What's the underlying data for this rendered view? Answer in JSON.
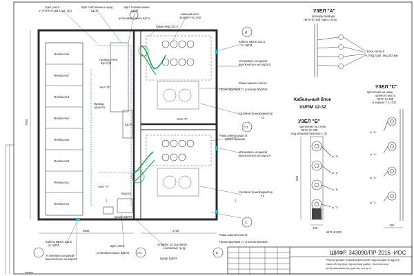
{
  "colors": {
    "wall": "#2b2b2b",
    "cable_green": "#1fa35a",
    "cable_blue": "#1f5fd0",
    "cable_red": "#d03030",
    "cyan": "#16b8d8",
    "dim_line": "#333333"
  },
  "plan": {
    "top_labels": [
      "Щит учета",
      "от РУНН-0,4кВ к ЩУ 1(2)",
      "Щит собственных нужд",
      "ЩСН",
      "Щит телемеханики",
      "ЩТМ",
      "установить выше ЩСН",
      "Рама НМД 101-2",
      "Шинный мост",
      "4х4Н97У-Кт 300"
    ],
    "left_labels": [
      "Ячейка №5",
      "Ячейка №7",
      "Ячейка №3",
      "Ячейка №4",
      "Ячейка №6",
      "Ячейка №8",
      "Ячейка №1",
      "Ячейка №2"
    ],
    "mid_labels": [
      "Провод учета",
      "ЩУ 1(2)",
      "Узел \"Б\"",
      "Провод",
      "существ.",
      "ЩСН",
      "Узел \"С\"",
      "Узел \"А\""
    ],
    "right_labels": [
      "Кабель ВВГнг 3х1,5",
      "от ЩТМ",
      "Установить концевой",
      "выключатель на ворота",
      "Рама шинного моста",
      "Проектируемая ст. уголком 50х50х5",
      "Силовой трансформатор",
      "Т2",
      "Рама шинного моста",
      "существующая",
      "Установить концевой",
      "выключатель на ворота",
      "Силовой трансформатор",
      "Т1",
      "Рама шинного моста",
      "Проектируемая ст. уголком 50х50х5"
    ],
    "bottom_labels": [
      "Кабель ВВГнг 3х1,5",
      "от ЩТМ",
      "Установить концевой",
      "выключатель на ворота",
      "Щит АОУЗ",
      "установить выше ЩБП3",
      "Щкаф ЩБП3",
      "АПвВГнг 10 3х1х95/35",
      "к силовому тр-ру",
      "Щкаф ЩБП3"
    ],
    "axes": [
      "Д",
      "С/1",
      "С",
      "Б",
      "А/1"
    ],
    "dims": [
      "7930",
      "3800",
      "2700",
      "1",
      "1"
    ],
    "gate_label": "Ворота"
  },
  "details": {
    "node_a": {
      "title": "УЗЕЛ \"А\"",
      "subtitle1": "прохода провода",
      "subtitle2": "Н97У-Кт 300 через стену",
      "note1": "Блок пятей в",
      "note2": "4 ПНД труб. вед.263 мм"
    },
    "cable_block": {
      "title": "Кабельный блок",
      "name": "VUFIM 12-32"
    },
    "node_b": {
      "title": "УЗЕЛ \"Б\"",
      "line1": "крепления на стене",
      "line2": "Н97У-Кт 300",
      "line3": "над вводной панелью 1 (2)",
      "phases": [
        "ф. \"N\"",
        "ф. \"A\"",
        "ф. \"B\"",
        "ф. \"C\""
      ],
      "dim_v": "548",
      "dim_h": "100",
      "bottom_note": "Н97У-Кт300"
    },
    "node_c": {
      "title": "УЗЕЛ \"С\"",
      "line1": "крепления на раме",
      "line2": "шинного моста",
      "line3": "Н97У-Кт 300",
      "line4": "в камере Т-1 (Т2)",
      "phases": [
        "ф. \"N\"",
        "ф. \"A\"",
        "ф. \"B\"",
        "ф. \"C\""
      ],
      "dim_h": "150"
    }
  },
  "stamp": {
    "code": "ШИФР. 343090/ПР-2016 -ИОС",
    "desc1": "Реконструкция трансформаторной подстанции по адресу:",
    "desc2": "Санкт-Петербург, Курортный район, Зеленогорск,",
    "desc3": "ул.Привокзальная, дом 5в, литер А",
    "corner_label": "формат"
  }
}
